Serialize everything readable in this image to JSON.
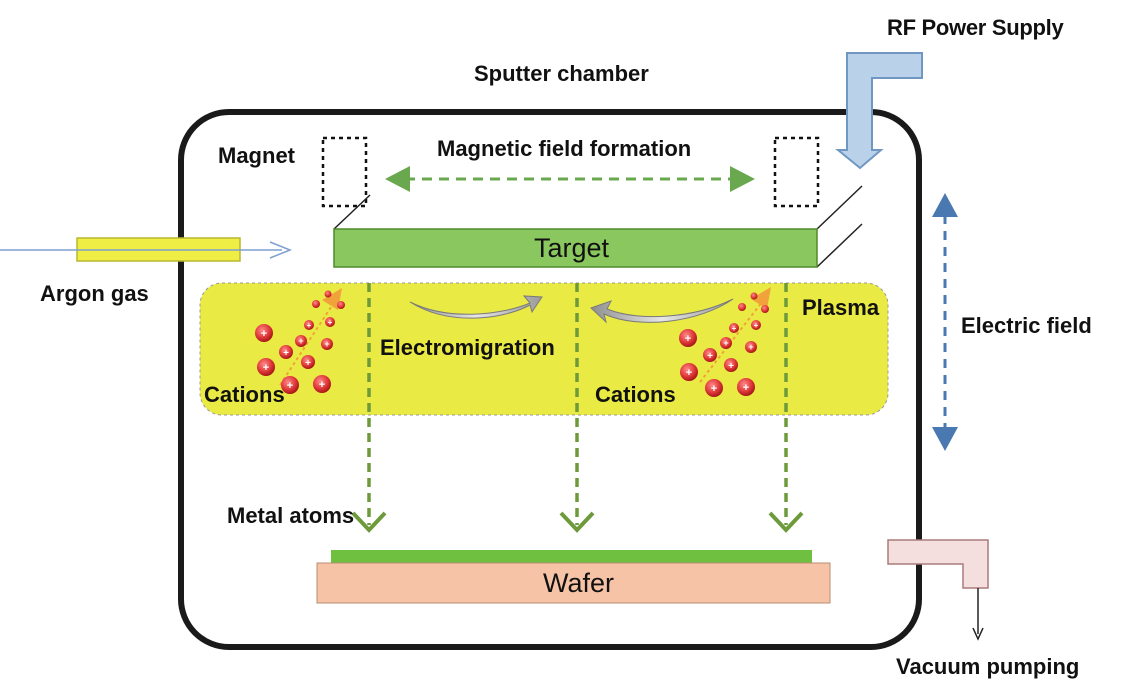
{
  "diagram": {
    "chamber_label": "Sputter chamber",
    "rf_label": "RF Power Supply",
    "magnet_label": "Magnet",
    "magnetic_field_label": "Magnetic field formation",
    "target_label": "Target",
    "argon_label": "Argon gas",
    "plasma_label": "Plasma",
    "electromigration_label": "Electromigration",
    "cations_left_label": "Cations",
    "cations_right_label": "Cations",
    "electric_field_label": "Electric field",
    "metal_atoms_label": "Metal atoms",
    "wafer_label": "Wafer",
    "vacuum_label": "Vacuum pumping"
  },
  "colors": {
    "chamber_outline": "#1a1a1a",
    "target_green": "#8bc75f",
    "plasma_yellow": "#eaea44",
    "argon_tube": "#eeee44",
    "rf_pipe_blue": "#b9d2ea",
    "electric_field_blue": "#4a78b0",
    "metal_atom_arrow": "#6d9a3a",
    "wafer_fill": "#f6c3a6",
    "vacuum_pipe_pink": "#f4dede",
    "cation_red": "#e23b3b"
  }
}
